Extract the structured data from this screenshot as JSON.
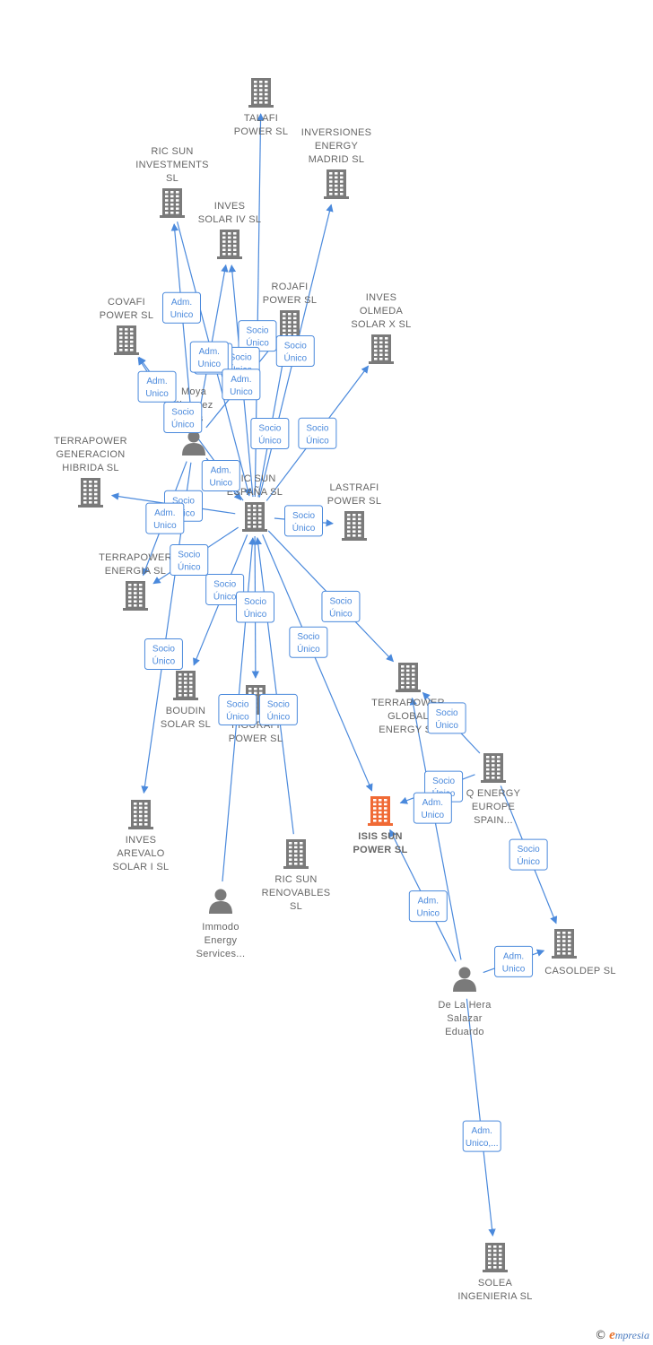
{
  "nodes": [
    {
      "id": "talafi",
      "type": "company",
      "lines": [
        "TALAFI",
        "POWER  SL"
      ]
    },
    {
      "id": "inversiones",
      "type": "company",
      "lines": [
        "INVERSIONES",
        "ENERGY",
        "MADRID  SL"
      ]
    },
    {
      "id": "ricsun_inv",
      "type": "company",
      "lines": [
        "RIC SUN",
        "INVESTMENTS",
        "SL"
      ]
    },
    {
      "id": "inves_iv",
      "type": "company",
      "lines": [
        "INVES",
        "SOLAR IV SL"
      ]
    },
    {
      "id": "covafi",
      "type": "company",
      "lines": [
        "COVAFI",
        "POWER  SL"
      ]
    },
    {
      "id": "rojafi",
      "type": "company",
      "lines": [
        "ROJAFI",
        "POWER  SL"
      ]
    },
    {
      "id": "inves_olmeda",
      "type": "company",
      "lines": [
        "INVES",
        "OLMEDA",
        "SOLAR X  SL"
      ]
    },
    {
      "id": "moya",
      "type": "person",
      "lines": [
        "Moya",
        "Jimenez",
        "Luis"
      ]
    },
    {
      "id": "terrapower_gen",
      "type": "company",
      "lines": [
        "TERRAPOWER",
        "GENERACION",
        "HIBRIDA  SL"
      ]
    },
    {
      "id": "ricsun_esp",
      "type": "company",
      "lines": [
        "RIC SUN",
        "ESPAÑA  SL"
      ]
    },
    {
      "id": "lastrafi",
      "type": "company",
      "lines": [
        "LASTRAFI",
        "POWER  SL"
      ]
    },
    {
      "id": "terrapower_energia",
      "type": "company",
      "lines": [
        "TERRAPOWER",
        "ENERGIA  SL"
      ]
    },
    {
      "id": "boudin",
      "type": "company",
      "lines": [
        "BOUDIN",
        "SOLAR SL"
      ]
    },
    {
      "id": "figurafi",
      "type": "company",
      "lines": [
        "FIGURAFI",
        "POWER  SL"
      ]
    },
    {
      "id": "terrapower_global",
      "type": "company",
      "lines": [
        "TERRAPOWER",
        "GLOBAL",
        "ENERGY  SL"
      ]
    },
    {
      "id": "qenergy",
      "type": "company",
      "lines": [
        "Q ENERGY",
        "EUROPE",
        "SPAIN..."
      ]
    },
    {
      "id": "inves_arevalo",
      "type": "company",
      "lines": [
        "INVES",
        "AREVALO",
        "SOLAR I  SL"
      ]
    },
    {
      "id": "isis",
      "type": "focus",
      "lines": [
        "ISIS SUN",
        "POWER  SL"
      ]
    },
    {
      "id": "ricsun_ren",
      "type": "company",
      "lines": [
        "RIC SUN",
        "RENOVABLES",
        "SL"
      ]
    },
    {
      "id": "immodo",
      "type": "person",
      "lines": [
        "Immodo",
        "Energy",
        "Services..."
      ]
    },
    {
      "id": "casoldep",
      "type": "company",
      "lines": [
        "CASOLDEP  SL"
      ]
    },
    {
      "id": "delahera",
      "type": "person",
      "lines": [
        "De La Hera",
        "Salazar",
        "Eduardo"
      ]
    },
    {
      "id": "solea",
      "type": "company",
      "lines": [
        "SOLEA",
        "INGENIERIA SL"
      ]
    }
  ],
  "edges": [
    {
      "from": "ricsun_esp",
      "to": "talafi",
      "label": [
        "Socio",
        "Único"
      ]
    },
    {
      "from": "ricsun_esp",
      "to": "inversiones",
      "label": [
        "Socio",
        "Único"
      ]
    },
    {
      "from": "ricsun_esp",
      "to": "inves_iv",
      "label": [
        "Socio",
        "Único"
      ]
    },
    {
      "from": "ricsun_esp",
      "to": "rojafi",
      "label": [
        "Socio",
        "Único"
      ]
    },
    {
      "from": "ricsun_esp",
      "to": "inves_olmeda",
      "label": [
        "Socio",
        "Único"
      ]
    },
    {
      "from": "ricsun_esp",
      "to": "covafi",
      "label": [
        "Socio",
        "Único"
      ]
    },
    {
      "from": "ricsun_esp",
      "to": "terrapower_gen",
      "label": [
        "Socio",
        "Único"
      ]
    },
    {
      "from": "ricsun_esp",
      "to": "lastrafi",
      "label": [
        "Socio",
        "Único"
      ]
    },
    {
      "from": "ricsun_esp",
      "to": "terrapower_energia",
      "label": [
        "Socio",
        "Único"
      ]
    },
    {
      "from": "ricsun_esp",
      "to": "boudin",
      "label": [
        "Socio",
        "Único"
      ]
    },
    {
      "from": "ricsun_esp",
      "to": "figurafi",
      "label": [
        "Socio",
        "Único"
      ]
    },
    {
      "from": "ricsun_esp",
      "to": "terrapower_global",
      "label": [
        "Socio",
        "Único"
      ]
    },
    {
      "from": "ricsun_esp",
      "to": "isis",
      "label": [
        "Socio",
        "Único"
      ]
    },
    {
      "from": "ricsun_inv",
      "to": "ricsun_esp",
      "label": [
        "Socio",
        "Único"
      ]
    },
    {
      "from": "moya",
      "to": "ricsun_inv",
      "label": [
        "Adm.",
        "Unico"
      ]
    },
    {
      "from": "moya",
      "to": "inves_iv",
      "label": [
        "Adm.",
        "Unico"
      ]
    },
    {
      "from": "moya",
      "to": "rojafi",
      "label": [
        "Adm.",
        "Unico"
      ]
    },
    {
      "from": "moya",
      "to": "covafi",
      "label": [
        "Adm.",
        "Unico"
      ]
    },
    {
      "from": "moya",
      "to": "ricsun_esp",
      "label": [
        "Adm.",
        "Unico"
      ]
    },
    {
      "from": "moya",
      "to": "terrapower_energia",
      "label": [
        "Adm.",
        "Unico"
      ]
    },
    {
      "from": "moya",
      "to": "inves_arevalo",
      "label": [
        "Socio",
        "Único"
      ]
    },
    {
      "from": "ricsun_ren",
      "to": "ricsun_esp",
      "label": [
        "Socio",
        "Único"
      ]
    },
    {
      "from": "immodo",
      "to": "ricsun_esp",
      "label": [
        "Socio",
        "Único"
      ]
    },
    {
      "from": "qenergy",
      "to": "terrapower_global",
      "label": [
        "Socio",
        "Único"
      ]
    },
    {
      "from": "qenergy",
      "to": "isis",
      "label": [
        "Socio",
        "Único"
      ]
    },
    {
      "from": "qenergy",
      "to": "casoldep",
      "label": [
        "Socio",
        "Único"
      ]
    },
    {
      "from": "delahera",
      "to": "terrapower_global",
      "label": [
        "Adm.",
        "Unico"
      ]
    },
    {
      "from": "delahera",
      "to": "isis",
      "label": [
        "Adm.",
        "Unico"
      ]
    },
    {
      "from": "delahera",
      "to": "casoldep",
      "label": [
        "Adm.",
        "Unico"
      ]
    },
    {
      "from": "delahera",
      "to": "solea",
      "label": [
        "Adm.",
        "Unico,..."
      ]
    }
  ],
  "footer": {
    "copyright": "©",
    "brand_initial": "e",
    "brand_rest": "mpresia"
  },
  "colors": {
    "edge": "#4a89dc",
    "company_icon": "#7a7a7a",
    "focus_icon": "#f06a35",
    "person_icon": "#7a7a7a",
    "label": "#666666"
  }
}
